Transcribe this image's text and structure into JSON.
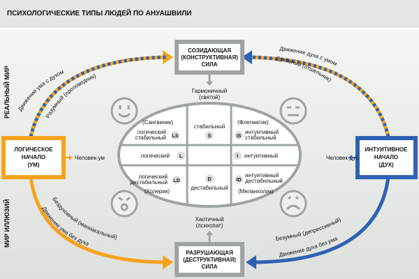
{
  "title": "ПСИХОЛОГИЧЕСКИЕ ТИПЫ ЛЮДЕЙ ПО АНУАШВИЛИ",
  "side_labels": {
    "top": "РЕАЛЬНЫЙ МИР",
    "bottom": "МИР ИЛЛЮЗИЙ"
  },
  "boxes": {
    "top": [
      "СОЗИДАЮЩАЯ",
      "(КОНСТРУКТИВНАЯ)",
      "СИЛА"
    ],
    "bottom": [
      "РАЗРУШАЮЩАЯ",
      "(ДЕСТРУКТИВНАЯ)",
      "СИЛА"
    ],
    "left": [
      "ЛОГИЧЕСКОЕ",
      "НАЧАЛО",
      "(УМ)"
    ],
    "right": [
      "ИНТУИТИВНОЕ",
      "НАЧАЛО",
      "(ДУХ)"
    ]
  },
  "colors": {
    "orange": "#f7a21b",
    "blue": "#2f62b5",
    "gray": "#9ea3a3"
  },
  "arrows": {
    "top_left": {
      "outer": "Движение ума с духом",
      "inner": "Разумный (проповедник)"
    },
    "top_right": {
      "outer": "Движение духа с умом",
      "inner": "Духовный (отшельник)"
    },
    "bottom_left": {
      "outer": "Бездуховный (маниакальный)",
      "inner": "Движение ума без духа"
    },
    "bottom_right": {
      "outer": "Безумный (депрессивный)",
      "inner": "Движение духа без ума"
    }
  },
  "connectors": {
    "harmonic": [
      "Гармоничный",
      "(святой)"
    ],
    "chaotic": [
      "Хаотичный",
      "(психопат)"
    ],
    "man_mind": "Человек-ум",
    "man_spirit": "Человек-дух"
  },
  "grid": {
    "ls": {
      "temperament": "(Сангвиник)",
      "label": [
        "логический",
        "стабильный"
      ],
      "code": "LS"
    },
    "s": {
      "label": "стабильный",
      "code": "S"
    },
    "is": {
      "temperament": "(Флегматик)",
      "label": [
        "интуитивный",
        "стабильный"
      ],
      "code": "IS"
    },
    "l": {
      "label": "логический",
      "code": "L"
    },
    "i": {
      "label": "интуитивный",
      "code": "I"
    },
    "ld": {
      "temperament": "(Холерик)",
      "label": [
        "логический",
        "дестабильный"
      ],
      "code": "LD"
    },
    "d": {
      "label": "дестабильный",
      "code": "D"
    },
    "id": {
      "temperament": "(Меланхолик)",
      "label": [
        "интуитивный",
        "дестабильный"
      ],
      "code": "ID"
    }
  },
  "faces": [
    "smile-face-icon",
    "neutral-face-icon",
    "angry-face-icon",
    "sad-face-icon"
  ]
}
